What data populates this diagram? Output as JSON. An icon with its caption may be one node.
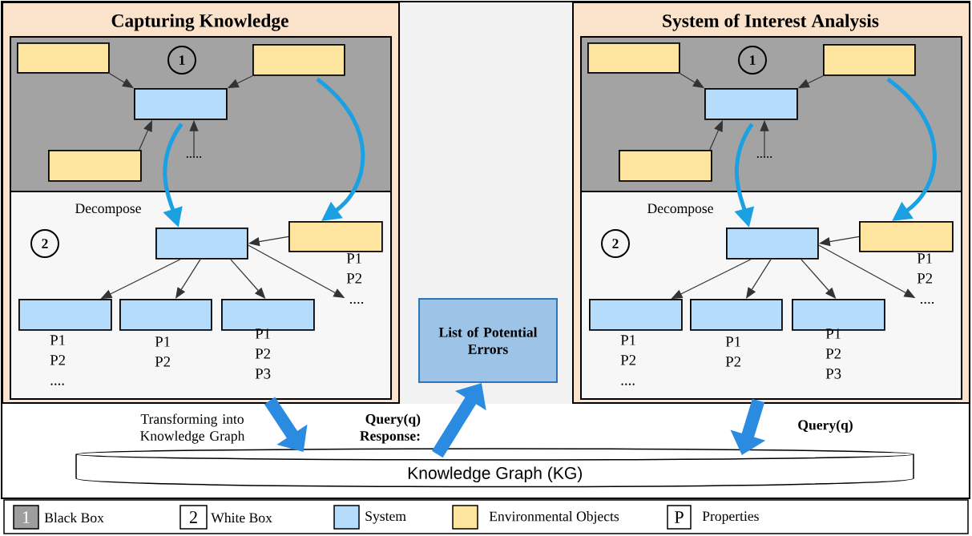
{
  "diagram": {
    "nodes": [
      {
        "text": [
          "Capturing Knowledge"
        ]
      },
      {
        "text": [],
        "shape": "box",
        "in": 0
      },
      {
        "text": [
          "1"
        ],
        "in": 1
      },
      {
        "text": [],
        "shape": "box",
        "in": 1
      },
      {
        "text": [],
        "shape": "box",
        "in": 1
      },
      {
        "text": [],
        "shape": "box",
        "in": 1
      },
      {
        "text": [],
        "shape": "box",
        "in": 1
      },
      {
        "text": [
          "....."
        ],
        "in": 1
      },
      {
        "text": [],
        "shape": "box",
        "in": 0
      },
      {
        "text": [
          "2"
        ],
        "in": 8
      },
      {
        "text": [],
        "shape": "box",
        "in": 8
      },
      {
        "text": [],
        "shape": "box",
        "in": 8,
        "beside": [
          "P1",
          "P2"
        ]
      },
      {
        "text": [],
        "shape": "box",
        "in": 8,
        "beside": [
          "P1",
          "P2",
          "...."
        ]
      },
      {
        "text": [],
        "shape": "box",
        "in": 8,
        "beside": [
          "P1",
          "P2"
        ]
      },
      {
        "text": [],
        "shape": "box",
        "in": 8,
        "beside": [
          "P1",
          "P2",
          "P3"
        ]
      },
      {
        "text": [
          "System of Interest Analysis"
        ]
      },
      {
        "text": [],
        "shape": "box",
        "in": 15
      },
      {
        "text": [
          "1"
        ],
        "in": 16
      },
      {
        "text": [],
        "shape": "box",
        "in": 16
      },
      {
        "text": [],
        "shape": "box",
        "in": 16
      },
      {
        "text": [],
        "shape": "box",
        "in": 16
      },
      {
        "text": [],
        "shape": "box",
        "in": 16
      },
      {
        "text": [
          "....."
        ],
        "in": 16
      },
      {
        "text": [],
        "shape": "box",
        "in": 15
      },
      {
        "text": [
          "2"
        ],
        "in": 23
      },
      {
        "text": [],
        "shape": "box",
        "in": 23
      },
      {
        "text": [],
        "shape": "box",
        "in": 23,
        "beside": [
          "P1",
          "P2"
        ]
      },
      {
        "text": [],
        "shape": "box",
        "in": 23,
        "beside": [
          "P1",
          "P2",
          "...."
        ]
      },
      {
        "text": [],
        "shape": "box",
        "in": 23,
        "beside": [
          "P1",
          "P2"
        ]
      },
      {
        "text": [],
        "shape": "box",
        "in": 23,
        "beside": [
          "P1",
          "P2",
          "P3"
        ]
      },
      {
        "text": [
          "List of Potential Errors"
        ]
      },
      {
        "text": [
          "Knowledge Graph (KG)"
        ]
      },
      {
        "text": [
          "...."
        ],
        "in": 8
      },
      {
        "text": [
          "...."
        ],
        "in": 23
      }
    ],
    "edges": [
      {
        "from": 3,
        "to": 5,
        "arrow": "to"
      },
      {
        "from": 4,
        "to": 5,
        "arrow": "to"
      },
      {
        "from": 6,
        "to": 5,
        "arrow": "to"
      },
      {
        "from": 7,
        "to": 5,
        "arrow": "to"
      },
      {
        "from": 5,
        "to": 10,
        "arrow": "to",
        "label": "Decompose",
        "style": "thick",
        "color": "#1ba1e2"
      },
      {
        "from": 4,
        "to": 11,
        "arrow": "to",
        "style": "thick",
        "color": "#1ba1e2"
      },
      {
        "from": 11,
        "to": 10,
        "arrow": "to"
      },
      {
        "from": 10,
        "to": 12,
        "arrow": "to"
      },
      {
        "from": 10,
        "to": 13,
        "arrow": "to"
      },
      {
        "from": 10,
        "to": 14,
        "arrow": "to"
      },
      {
        "from": 10,
        "to": 32,
        "arrow": "to"
      },
      {
        "from": 18,
        "to": 20,
        "arrow": "to"
      },
      {
        "from": 19,
        "to": 20,
        "arrow": "to"
      },
      {
        "from": 21,
        "to": 20,
        "arrow": "to"
      },
      {
        "from": 22,
        "to": 20,
        "arrow": "to"
      },
      {
        "from": 20,
        "to": 25,
        "arrow": "to",
        "label": "Decompose",
        "style": "thick",
        "color": "#1ba1e2"
      },
      {
        "from": 19,
        "to": 26,
        "arrow": "to",
        "style": "thick",
        "color": "#1ba1e2"
      },
      {
        "from": 26,
        "to": 25,
        "arrow": "to"
      },
      {
        "from": 25,
        "to": 27,
        "arrow": "to"
      },
      {
        "from": 25,
        "to": 28,
        "arrow": "to"
      },
      {
        "from": 25,
        "to": 29,
        "arrow": "to"
      },
      {
        "from": 25,
        "to": 33,
        "arrow": "to"
      },
      {
        "from": 0,
        "to": 31,
        "arrow": "to",
        "label": "Transforming into Knowledge Graph",
        "style": "thick",
        "color": "#2b8be0"
      },
      {
        "from": 31,
        "to": 30,
        "arrow": "to",
        "label": "**Query(q) Response:**",
        "style": "thick",
        "color": "#2b8be0"
      },
      {
        "from": 15,
        "to": 31,
        "arrow": "to",
        "label": "**Query(q)**",
        "style": "thick",
        "color": "#2b8be0"
      }
    ],
    "labels": [
      "1",
      "2",
      "P"
    ],
    "legend": [
      {
        "text": "Black Box",
        "color": "#9e9e9e"
      },
      {
        "text": "White Box"
      },
      {
        "text": "System",
        "color": "#b5dcfa"
      },
      {
        "text": "Environmental Objects",
        "color": "#fde49f"
      },
      {
        "text": "Properties"
      }
    ]
  }
}
